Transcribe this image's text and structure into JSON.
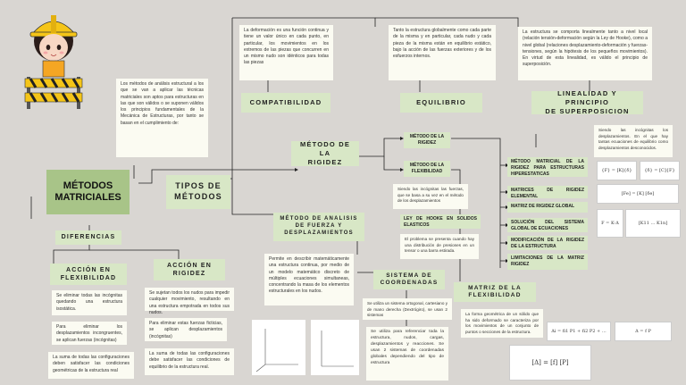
{
  "main_title": "MÉTODOS\nMATRICIALES",
  "tipos": "TIPOS DE\nMÉTODOS",
  "diferencias": "DIFERENCIAS",
  "accion_flex": "ACCIÓN EN\nFLEXIBILIDAD",
  "accion_rig": "ACCIÓN EN\nRIGIDEZ",
  "intro_text": "Los métodos de análisis estructural a los que se van a aplicar las técnicas matriciales son aptos para estructuras en las que son válidos o se suponen válidos los principios fundamentales de la Mecánica de Estructuras, por tanto se basan en el cumplimiento de:",
  "compat_text": "La deformación es una función continua y tiene un valor único en cada punto, en particular, los movimientos en los extremos de las piezas que concurren en un mismo nudo son idénticos para todas las piezas",
  "compat": "COMPATIBILIDAD",
  "equil_text": "Tanto la estructura globalmente como cada parte de la misma y en particular, cada nudo y cada pieza de la misma están en equilibrio estático, bajo la acción de las fuerzas exteriores y de los esfuerzos internos.",
  "equil": "EQUILIBRIO",
  "lin_text": "La estructura se comporta linealmente tanto a nivel local (relación tensión-deformación según la Ley de Hooke), como a nivel global (relaciones desplazamiento-deformación y fuerzas-tensiones, según la hipótesis de los pequeños movimientos). En virtud de esta linealidad, es válido el principio de superposición.",
  "lin": "LINEALIDAD Y PRINCIPIO\nDE SUPERPOSICION",
  "rigidez_method": "MÉTODO DE LA\nRIGIDEZ",
  "fuerza_method": "MÉTODO DE ANALISIS\nDE FUERZA Y\nDESPLAZAMIENTOS",
  "fuerza_text": "Permite en describir matemáticamente una estructura continua, por medio de un modelo matemático discreto de múltiples ecuaciones simultaneas, concentrando la masa de los elementos estructurales en los nudos.",
  "mr_node": "MÉTODO DE LA\nRIGIDEZ",
  "mf_node": "MÉTODO DE LA\nFLEXIBILIDAD",
  "mr_desc": "Siendo las incógnitas los desplazamientos. En el que hay tantas ecuaciones de equilibrio como desplazamientos desconocidos.",
  "mf_desc": "Siendo las incógnitas las fuerzas, que se basa a su vez en el método de los desplazamientos",
  "hooke": "LEY DE HOOKE EN SOLIDOS ELASTICOS",
  "hooke_text": "El problema se presenta cuando hay una distribución de presiones en un tensor o una barra estirada.",
  "list": [
    "MÉTODO MATRICIAL DE LA RIGIDEZ PARA ESTRUCTURAS HIPERESTATICAS",
    "MATRICES DE RIGIDEZ ELEMENTAL",
    "MATRIZ DE RIGIDEZ GLOBAL",
    "SOLUCIÓN DEL SISTEMA GLOBAL DE ECUACIONES",
    "MODIFICACIÓN DE LA RIGIDEZ DE LA ESTRUCTURA",
    "LIMITACIONES DE LA MATRIZ RIGIDEZ"
  ],
  "sistema": "SISTEMA DE\nCOORDENADAS",
  "sistema_text1": "Se utiliza un sistema ortogonal, cartesiano y de mano derecha (Dextrógiro), se usan 2 sistemas",
  "sistema_text2": "Se utiliza para referenciar toda la estructura, nudos, cargas, desplazamientos y reacciones. Se usan 2 sistemas de coordenadas globales dependiendo del tipo de estructura",
  "matriz_flex": "MATRIZ DE LA\nFLEXIBILIDAD",
  "matriz_flex_text": "La forma geométrica de un sólido que ha sido deformado se caracteriza por los movimientos de un conjunto de puntos o secciones de la estructura.",
  "flex_items": [
    "Se eliminar todas las incógnitas quedando una estructura isostática.",
    "Para eliminar los desplazamientos incongruentes, se aplican fuerzas (incógnitas)",
    "La suma de todas las configuraciones deben satisfacer las condiciones geométricas de la estructura real"
  ],
  "rig_items": [
    "Se sujetan todos los nudos para impedir cualquier movimiento, resultando en una estructura empotrada en todos sus nudos.",
    "Para eliminar estas fuerzas ficticias, se aplican desplazamientos (incógnitas)",
    "La suma de todas las configuraciones debe satisfacer las condiciones de equilibrio de la estructura real."
  ],
  "formulas": {
    "f1": "{F} = [K]{δ}",
    "f2": "{δ} = [C]{F}",
    "f3": "[Fe] = [K] [δe]",
    "f4": "F = K·Δ",
    "f5": "[K11 … K1n]",
    "f6": "Δi = fi1 P1 + fi2 P2 + …",
    "f7": "Δ = f P",
    "f8": "[Δ] = [f] [P]"
  },
  "colors": {
    "bg": "#d9d6d2",
    "main": "#a8c488",
    "header": "#d8e7c6",
    "text_box": "#fbfbf2"
  }
}
